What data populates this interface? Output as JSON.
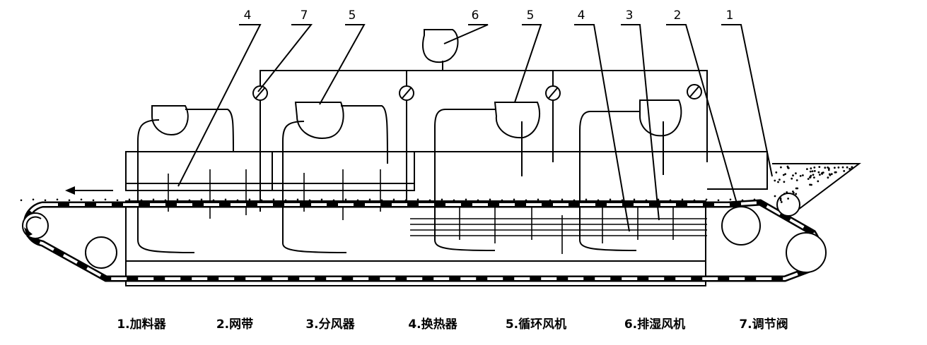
{
  "callouts": {
    "c1": "1",
    "c2": "2",
    "c3": "3",
    "c4a": "4",
    "c4b": "4",
    "c5a": "5",
    "c5b": "5",
    "c6": "6",
    "c7": "7"
  },
  "legend": [
    "1.加料器",
    "2.网带",
    "3.分风器",
    "4.换热器",
    "5.循环风机",
    "6.排湿风机",
    "7.调节阀"
  ],
  "colors": {
    "ink": "#000000",
    "paper": "#ffffff"
  }
}
